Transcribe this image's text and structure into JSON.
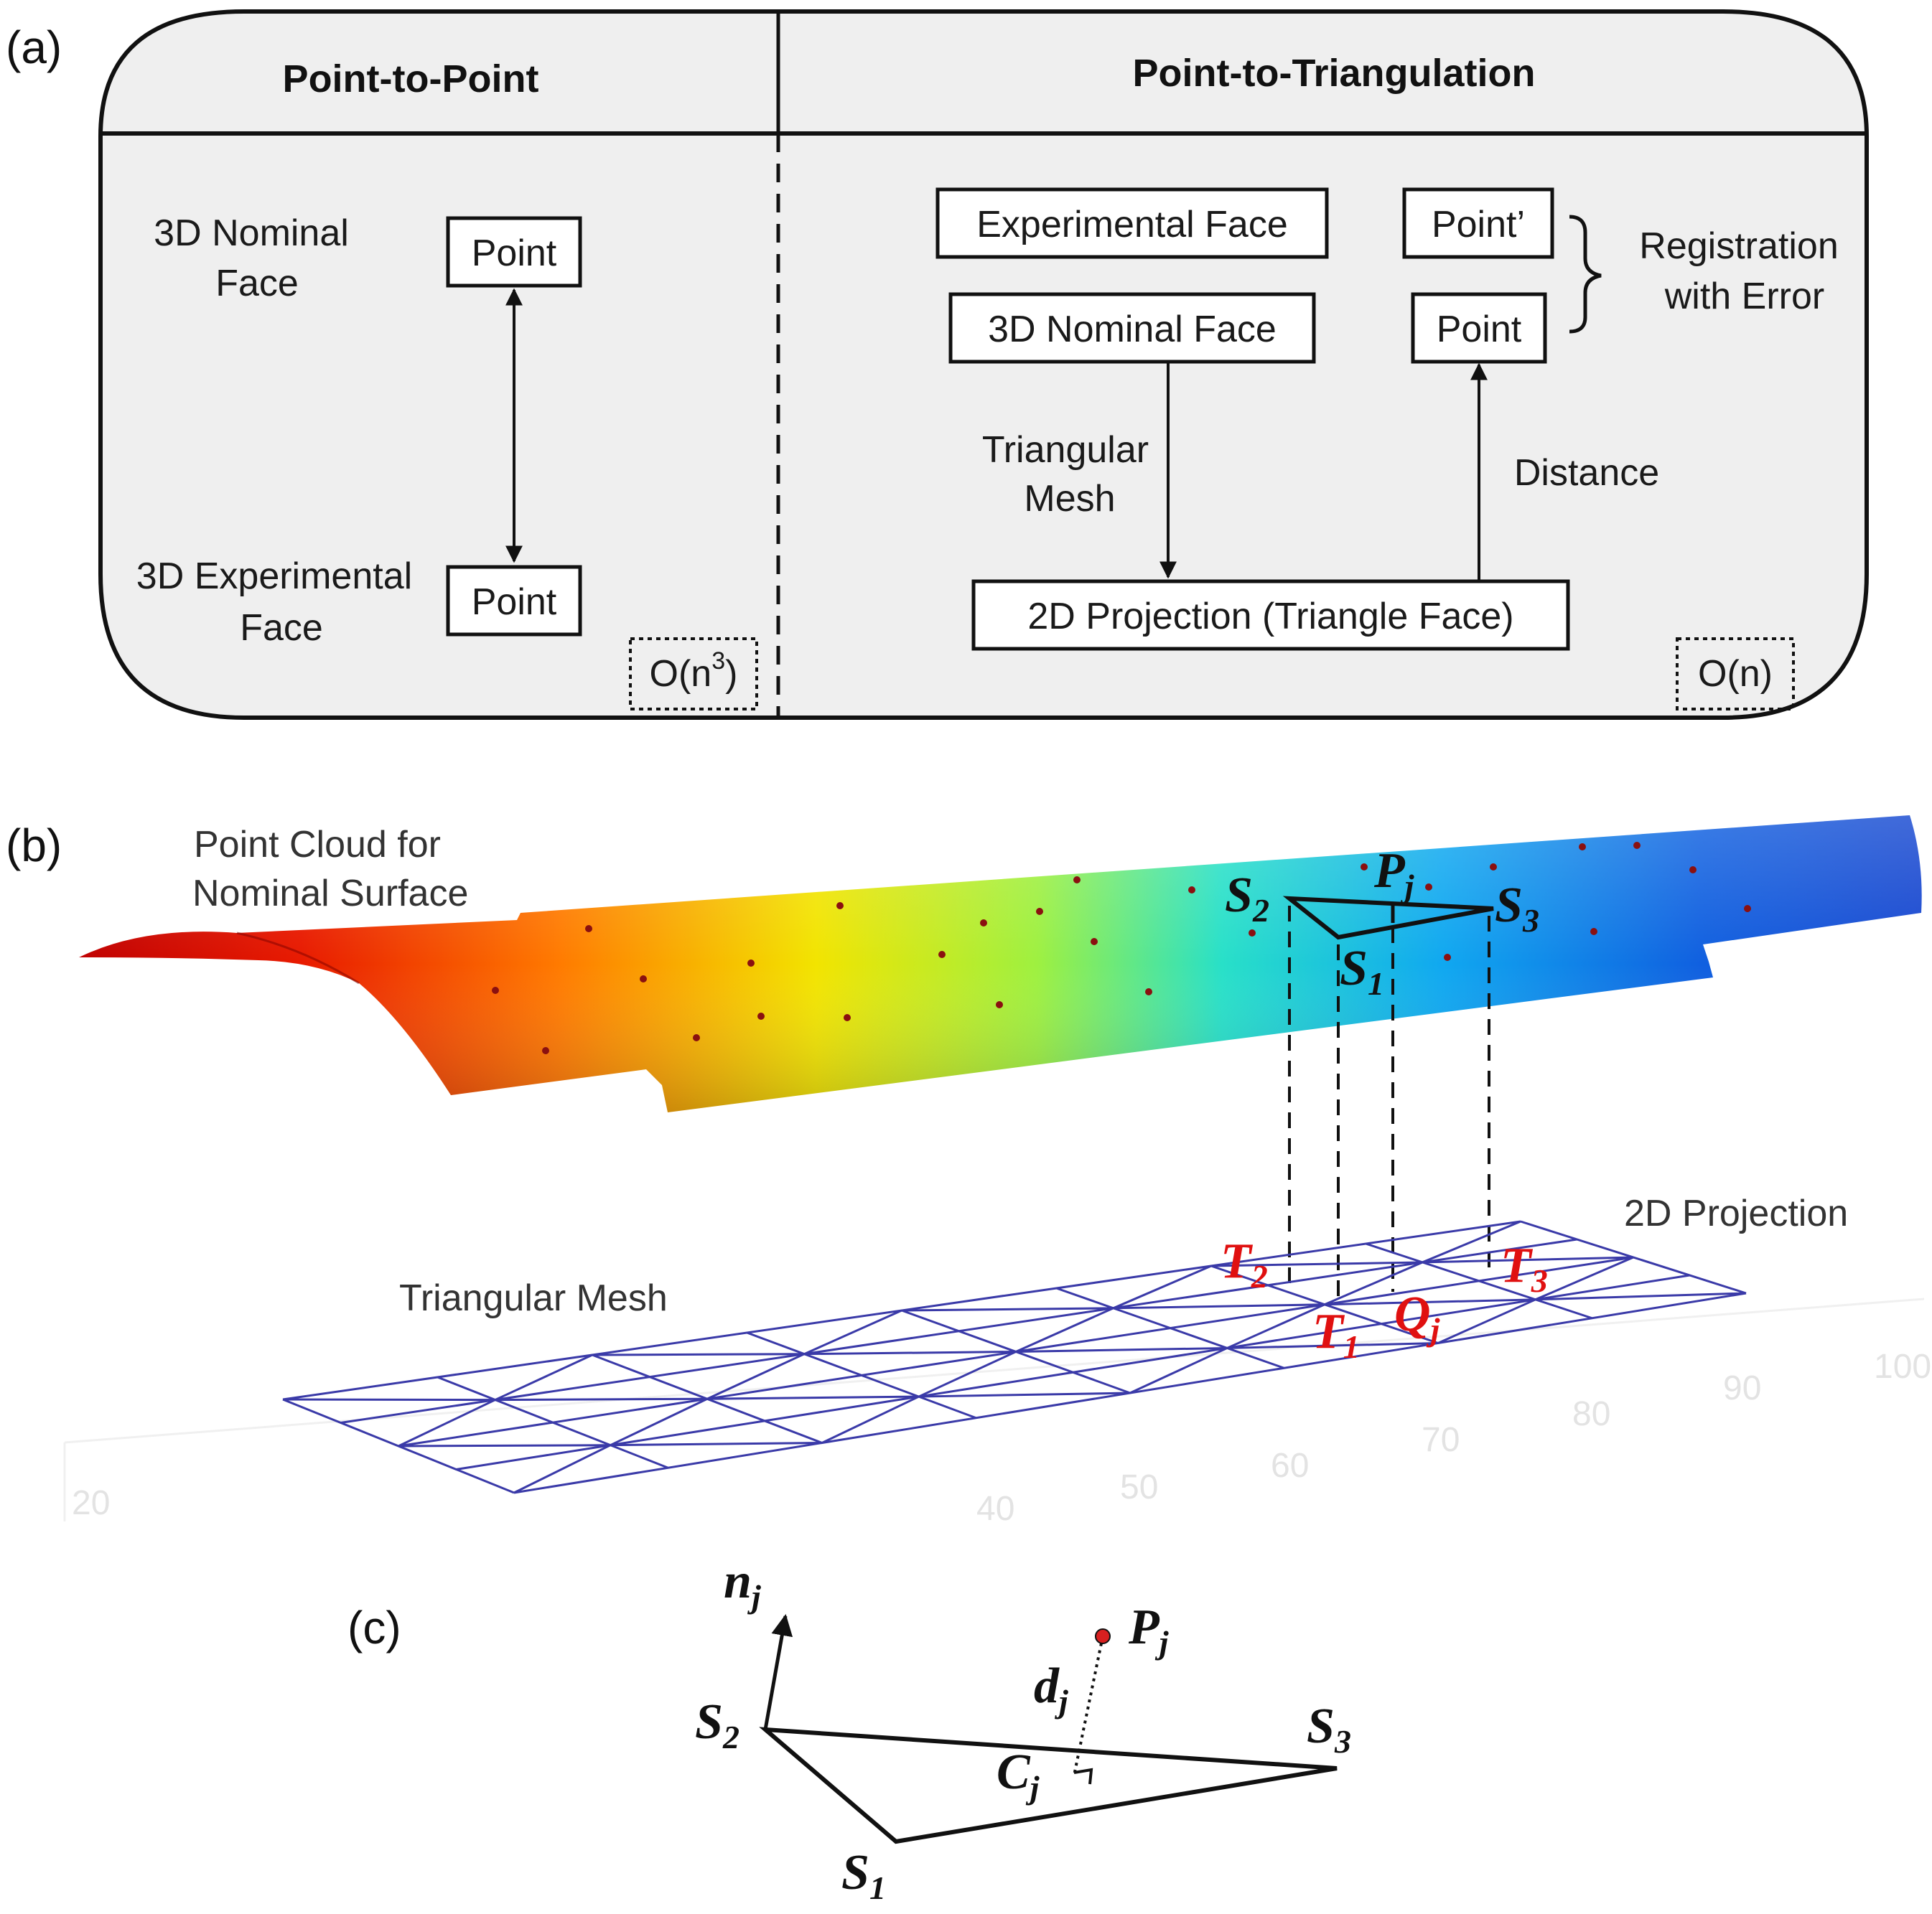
{
  "panels": {
    "a": "(a)",
    "b": "(b)",
    "c": "(c)"
  },
  "panel_a": {
    "left_header": "Point-to-Point",
    "right_header": "Point-to-Triangulation",
    "nominal_face_line1": "3D Nominal",
    "nominal_face_line2": "Face",
    "experimental_face_line1": "3D Experimental",
    "experimental_face_line2": "Face",
    "point_top": "Point",
    "point_bottom": "Point",
    "complexity_left_base": "O(n",
    "complexity_left_exp": "3",
    "complexity_left_close": ")",
    "experimental_face_box": "Experimental Face",
    "nominal_face_box": "3D Nominal Face",
    "point_prime": "Point’",
    "point_right": "Point",
    "registration_line1": "Registration",
    "registration_line2": "with Error",
    "triangular_mesh_line1": "Triangular",
    "triangular_mesh_line2": "Mesh",
    "distance": "Distance",
    "projection_box": "2D Projection (Triangle Face)",
    "complexity_right": "O(n)"
  },
  "panel_b": {
    "point_cloud_line1": "Point Cloud for",
    "point_cloud_line2": "Nominal Surface",
    "projection_label": "2D Projection",
    "mesh_label": "Triangular Mesh",
    "S": "S",
    "P": "P",
    "T": "T",
    "Q": "Q",
    "sub1": "1",
    "sub2": "2",
    "sub3": "3",
    "subj": "j",
    "axis_ticks": [
      "20",
      "40",
      "50",
      "60",
      "70",
      "80",
      "90",
      "100"
    ]
  },
  "panel_c": {
    "n": "n",
    "P": "P",
    "d": "d",
    "C": "C",
    "S": "S",
    "sub1": "1",
    "sub2": "2",
    "sub3": "3",
    "subj": "j"
  },
  "colors": {
    "outline": "#111111",
    "panel_fill": "#efefef",
    "mesh": "#3a3aa8",
    "label_red": "#e01010",
    "point_red": "#d82020"
  }
}
